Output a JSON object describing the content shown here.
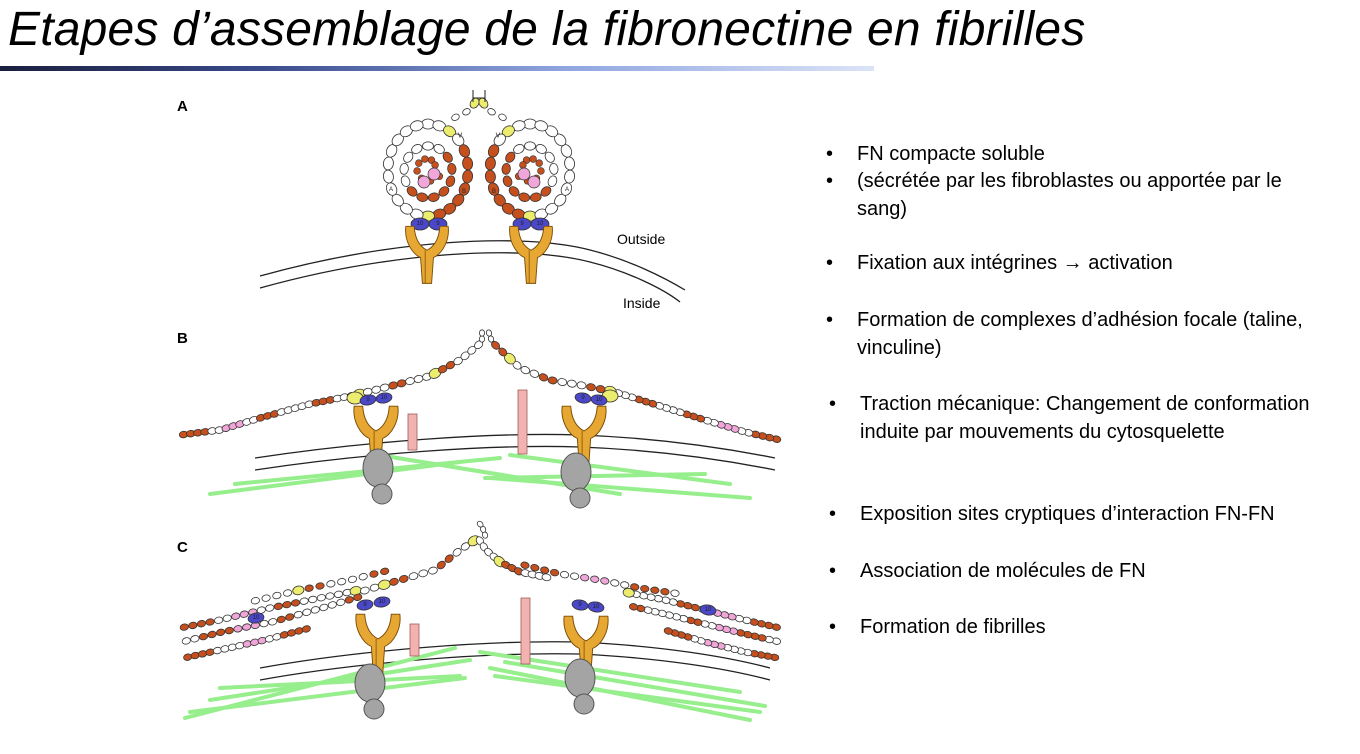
{
  "title": "Etapes d’assemblage de la fibronectine en fibrilles",
  "figure": {
    "panels": [
      "A",
      "B",
      "C"
    ],
    "outside_label": "Outside",
    "inside_label": "Inside",
    "module_labels": [
      "V",
      "A",
      "B",
      "10",
      "9"
    ]
  },
  "bullets": [
    "FN compacte soluble",
    "(sécrétée par les fibroblastes ou apportée par le sang)",
    "Fixation aux intégrines → activation",
    "Formation de complexes d’adhésion focale (taline, vinculine)",
    "Traction mécanique: Changement de conformation induite par mouvements du cytosquelette",
    "Exposition sites cryptiques d’interaction FN-FN",
    "Association de molécules de FN",
    "Formation de fibrilles"
  ],
  "bullet_marker": "•",
  "colors": {
    "orange_module": "#c5501e",
    "yellow_module": "#ecec6e",
    "pink_module": "#f0a6d8",
    "blue_module": "#4a47c8",
    "integrin_gold": "#e7a833",
    "pink_bar": "#f2b3b0",
    "actin_green": "#96ee8c",
    "grey_protein": "#a4a4a4"
  }
}
